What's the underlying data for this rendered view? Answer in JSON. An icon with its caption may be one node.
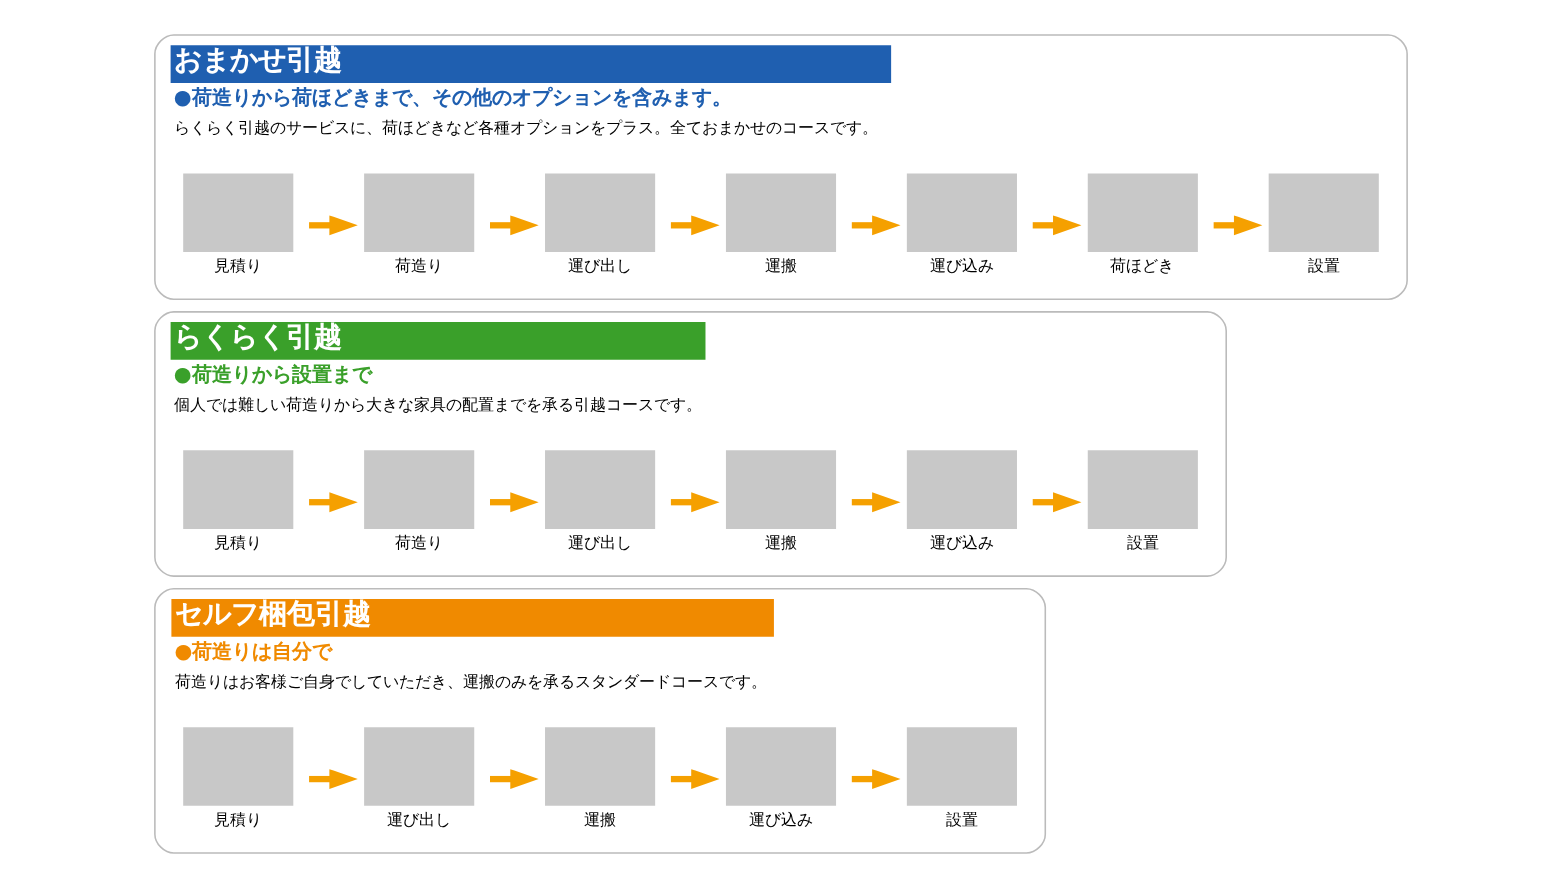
{
  "diagram": {
    "nodes": [
      {
        "text": [
          "セルフ梱包引越",
          "●荷造りは自分で",
          "荷造りはお客様ご自身でしていただき、運搬のみを承るスタンダードコースです。"
        ]
      },
      {
        "text": [
          "見積り"
        ],
        "in": 0
      },
      {
        "text": [
          "運び出し"
        ],
        "in": 0
      },
      {
        "text": [
          "運搬"
        ],
        "in": 0
      },
      {
        "text": [
          "運び込み"
        ],
        "in": 0
      },
      {
        "text": [
          "設置"
        ],
        "in": 0
      },
      {
        "text": [
          "らくらく引越",
          "●荷造りから設置まで",
          "個人では難しい荷造りから大きな家具の配置までを承る引越コースです。"
        ]
      },
      {
        "text": [
          "見積り"
        ],
        "in": 6
      },
      {
        "text": [
          "荷造り"
        ],
        "in": 6
      },
      {
        "text": [
          "運び出し"
        ],
        "in": 6
      },
      {
        "text": [
          "運搬"
        ],
        "in": 6
      },
      {
        "text": [
          "運び込み"
        ],
        "in": 6
      },
      {
        "text": [
          "設置"
        ],
        "in": 6
      },
      {
        "text": [
          "おまかせ引越",
          "●荷造りから荷ほどきまで、その他のオプションを含みます。",
          "らくらく引越のサービスに、荷ほどきなど各種オプションをプラス。全ておまかせのコースです。"
        ]
      },
      {
        "text": [
          "見積り"
        ],
        "in": 13
      },
      {
        "text": [
          "荷造り"
        ],
        "in": 13
      },
      {
        "text": [
          "運び出し"
        ],
        "in": 13
      },
      {
        "text": [
          "運搬"
        ],
        "in": 13
      },
      {
        "text": [
          "運び込み"
        ],
        "in": 13
      },
      {
        "text": [
          "荷ほどき"
        ],
        "in": 13
      },
      {
        "text": [
          "設置"
        ],
        "in": 13
      }
    ],
    "edges": [
      {
        "from": 1,
        "to": 2,
        "arrow": "to"
      },
      {
        "from": 2,
        "to": 3,
        "arrow": "to"
      },
      {
        "from": 3,
        "to": 4,
        "arrow": "to"
      },
      {
        "from": 4,
        "to": 5,
        "arrow": "to"
      },
      {
        "from": 7,
        "to": 8,
        "arrow": "to"
      },
      {
        "from": 8,
        "to": 9,
        "arrow": "to"
      },
      {
        "from": 9,
        "to": 10,
        "arrow": "to"
      },
      {
        "from": 10,
        "to": 11,
        "arrow": "to"
      },
      {
        "from": 11,
        "to": 12,
        "arrow": "to"
      },
      {
        "from": 14,
        "to": 15,
        "arrow": "to"
      },
      {
        "from": 15,
        "to": 16,
        "arrow": "to"
      },
      {
        "from": 16,
        "to": 17,
        "arrow": "to"
      },
      {
        "from": 17,
        "to": 18,
        "arrow": "to"
      },
      {
        "from": 18,
        "to": 19,
        "arrow": "to"
      },
      {
        "from": 19,
        "to": 20,
        "arrow": "to"
      }
    ]
  }
}
